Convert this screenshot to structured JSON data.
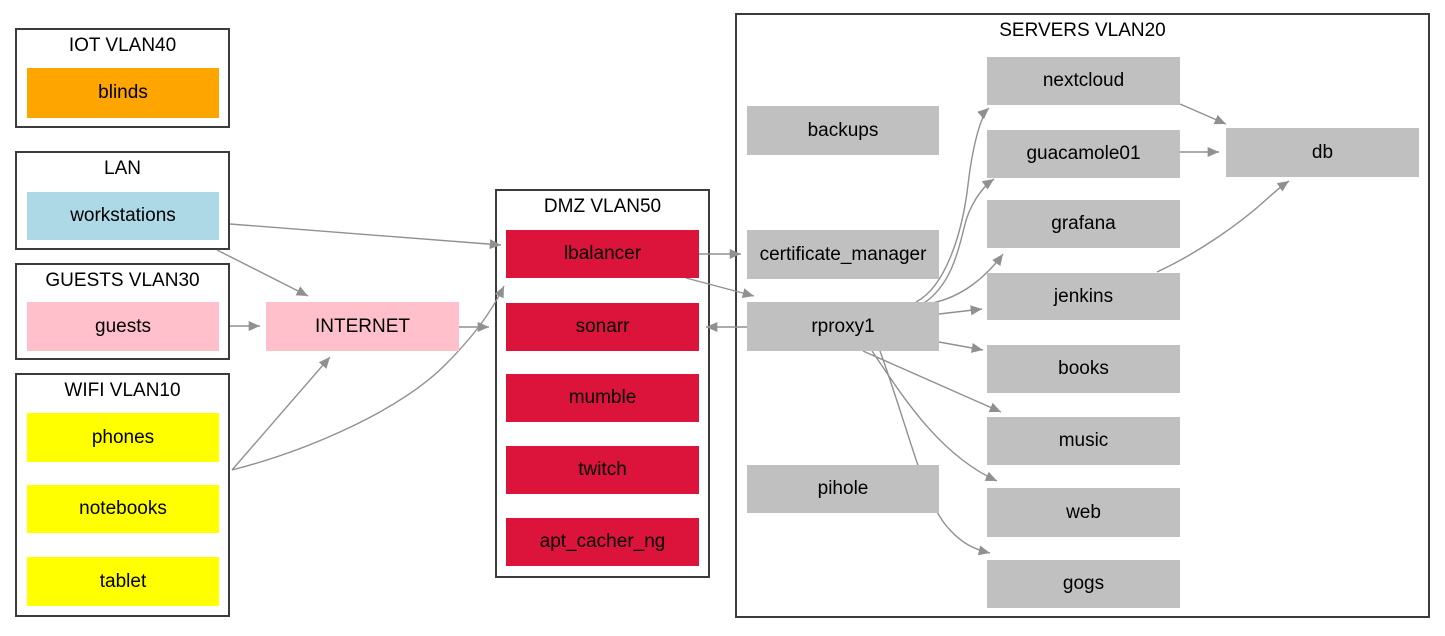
{
  "diagram": {
    "type": "network-topology",
    "clusters": {
      "iot": {
        "label": "IOT VLAN40"
      },
      "lan": {
        "label": "LAN"
      },
      "guests": {
        "label": "GUESTS VLAN30"
      },
      "wifi": {
        "label": "WIFI VLAN10"
      },
      "dmz": {
        "label": "DMZ VLAN50"
      },
      "servers": {
        "label": "SERVERS VLAN20"
      }
    },
    "nodes": {
      "blinds": {
        "label": "blinds",
        "fill": "#ffa500"
      },
      "workstations": {
        "label": "workstations",
        "fill": "#add8e6"
      },
      "guests": {
        "label": "guests",
        "fill": "#ffc0cb"
      },
      "phones": {
        "label": "phones",
        "fill": "#ffff00"
      },
      "notebooks": {
        "label": "notebooks",
        "fill": "#ffff00"
      },
      "tablet": {
        "label": "tablet",
        "fill": "#ffff00"
      },
      "internet": {
        "label": "INTERNET",
        "fill": "#ffc0cb"
      },
      "lbalancer": {
        "label": "lbalancer",
        "fill": "#dc143c"
      },
      "sonarr": {
        "label": "sonarr",
        "fill": "#dc143c"
      },
      "mumble": {
        "label": "mumble",
        "fill": "#dc143c"
      },
      "twitch": {
        "label": "twitch",
        "fill": "#dc143c"
      },
      "apt_cacher_ng": {
        "label": "apt_cacher_ng",
        "fill": "#dc143c"
      },
      "backups": {
        "label": "backups",
        "fill": "#c0c0c0"
      },
      "certificate_manager": {
        "label": "certificate_manager",
        "fill": "#c0c0c0"
      },
      "rproxy1": {
        "label": "rproxy1",
        "fill": "#c0c0c0"
      },
      "pihole": {
        "label": "pihole",
        "fill": "#c0c0c0"
      },
      "nextcloud": {
        "label": "nextcloud",
        "fill": "#c0c0c0"
      },
      "guacamole01": {
        "label": "guacamole01",
        "fill": "#c0c0c0"
      },
      "grafana": {
        "label": "grafana",
        "fill": "#c0c0c0"
      },
      "jenkins": {
        "label": "jenkins",
        "fill": "#c0c0c0"
      },
      "books": {
        "label": "books",
        "fill": "#c0c0c0"
      },
      "music": {
        "label": "music",
        "fill": "#c0c0c0"
      },
      "web": {
        "label": "web",
        "fill": "#c0c0c0"
      },
      "gogs": {
        "label": "gogs",
        "fill": "#c0c0c0"
      },
      "db": {
        "label": "db",
        "fill": "#c0c0c0"
      }
    },
    "edges": [
      {
        "from": "workstations",
        "to": "internet"
      },
      {
        "from": "workstations",
        "to": "lbalancer"
      },
      {
        "from": "guests",
        "to": "internet"
      },
      {
        "from": "wifi",
        "to": "internet"
      },
      {
        "from": "wifi",
        "to": "lbalancer"
      },
      {
        "from": "internet",
        "to": "dmz"
      },
      {
        "from": "lbalancer",
        "to": "certificate_manager"
      },
      {
        "from": "lbalancer",
        "to": "rproxy1"
      },
      {
        "from": "rproxy1",
        "to": "sonarr"
      },
      {
        "from": "rproxy1",
        "to": "nextcloud"
      },
      {
        "from": "rproxy1",
        "to": "guacamole01"
      },
      {
        "from": "rproxy1",
        "to": "grafana"
      },
      {
        "from": "rproxy1",
        "to": "jenkins"
      },
      {
        "from": "rproxy1",
        "to": "books"
      },
      {
        "from": "rproxy1",
        "to": "music"
      },
      {
        "from": "rproxy1",
        "to": "web"
      },
      {
        "from": "rproxy1",
        "to": "gogs"
      },
      {
        "from": "nextcloud",
        "to": "db"
      },
      {
        "from": "guacamole01",
        "to": "db"
      },
      {
        "from": "jenkins",
        "to": "db"
      }
    ],
    "colors": {
      "edge": "#909090",
      "cluster_border": "#3b3b3b",
      "background": "#ffffff",
      "text": "#000000"
    }
  }
}
